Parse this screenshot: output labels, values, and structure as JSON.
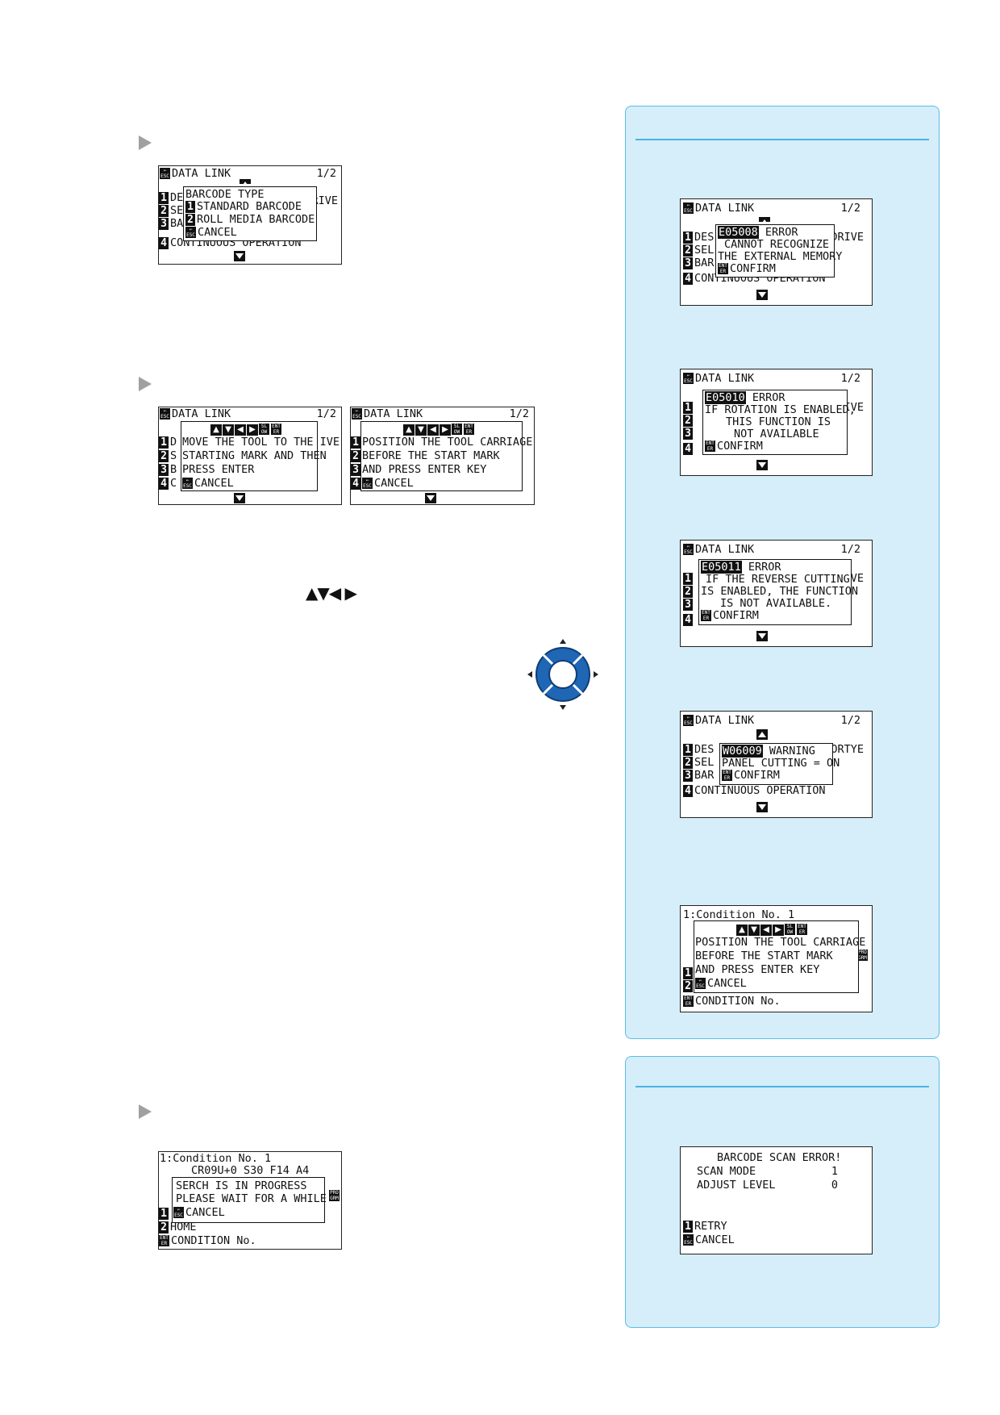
{
  "steps": {
    "step1": {
      "screen": {
        "header": "DATA LINK",
        "page": "1/2",
        "bg_rows": [
          {
            "num": "1",
            "text": "DE"
          },
          {
            "num": "2",
            "text": "SE"
          },
          {
            "num": "3",
            "text": "BA"
          },
          {
            "num": "4",
            "text": "CONTINUOUS OPERATION"
          }
        ],
        "bg_right": "RIVE",
        "popup_title": "BARCODE TYPE",
        "options": [
          {
            "num": "1",
            "label": "STANDARD BARCODE"
          },
          {
            "num": "2",
            "label": "ROLL MEDIA BARCODE"
          }
        ],
        "cancel": "CANCEL"
      }
    },
    "step2": {
      "screen_a": {
        "header": "DATA LINK",
        "page": "1/2",
        "bg_rows": [
          "D",
          "S",
          "B",
          "C"
        ],
        "bg_right": "IVE",
        "lines": [
          "MOVE THE TOOL TO THE",
          "STARTING MARK AND THEN",
          "PRESS ENTER"
        ],
        "cancel": "CANCEL"
      },
      "screen_b": {
        "header": "DATA LINK",
        "page": "1/2",
        "lines": [
          "POSITION THE TOOL CARRIAGE",
          "BEFORE THE START MARK",
          "AND PRESS ENTER KEY"
        ],
        "cancel": "CANCEL"
      },
      "arrow_keys_text": "▲▼◀ ▶"
    },
    "step3": {
      "screen": {
        "line1": "1:Condition No. 1",
        "line2": "CR09U+0 S30 F14 A4",
        "popup_lines": [
          "SERCH IS IN PROGRESS",
          "PLEASE WAIT FOR A WHILE"
        ],
        "cancel": "CANCEL",
        "row2": "HOME",
        "footer": "CONDITION No."
      }
    }
  },
  "panel_top": {
    "screens": [
      {
        "header": "DATA LINK",
        "page": "1/2",
        "code": "E05008",
        "kind": "ERROR",
        "lines": [
          "CANNOT RECOGNIZE",
          "THE EXTERNAL MEMORY"
        ],
        "confirm": "CONFIRM",
        "bg_rows": [
          "DES",
          "SEL",
          "BAR",
          "CONTINUOUS OPERATION"
        ],
        "bg_right": "DRIVE"
      },
      {
        "header": "DATA LINK",
        "page": "1/2",
        "code": "E05010",
        "kind": "ERROR",
        "lines": [
          "IF ROTATION IS ENABLED,",
          "THIS FUNCTION IS",
          "NOT AVAILABLE"
        ],
        "confirm": "CONFIRM",
        "bg_right": "IVE"
      },
      {
        "header": "DATA LINK",
        "page": "1/2",
        "code": "E05011",
        "kind": "ERROR",
        "lines": [
          "IF THE REVERSE CUTTING",
          "IS ENABLED, THE FUNCTION",
          "IS NOT AVAILABLE."
        ],
        "confirm": "CONFIRM",
        "bg_right": "IVE"
      },
      {
        "header": "DATA LINK",
        "page": "1/2",
        "code": "W06009",
        "kind": "WARNING",
        "lines": [
          "PANEL CUTTING = ON"
        ],
        "confirm": "CONFIRM",
        "bg_rows": [
          "DES",
          "SEL",
          "BAR",
          "CONTINUOUS OPERATION"
        ],
        "bg_right": "ORTYE"
      },
      {
        "line1": "1:Condition No. 1",
        "lines": [
          "POSITION THE TOOL CARRIAGE",
          "BEFORE THE START MARK",
          "AND PRESS ENTER KEY"
        ],
        "cancel": "CANCEL",
        "footer": "CONDITION No."
      }
    ]
  },
  "panel_bottom": {
    "screen": {
      "title": "BARCODE SCAN ERROR!",
      "rows": [
        {
          "label": "SCAN MODE",
          "value": "1"
        },
        {
          "label": "ADJUST LEVEL",
          "value": "0"
        }
      ],
      "retry": "RETRY",
      "cancel": "CANCEL"
    }
  },
  "colors": {
    "panel_bg": "#d6eef9",
    "panel_border": "#5bbde6",
    "joystick": "#1f66b5"
  }
}
